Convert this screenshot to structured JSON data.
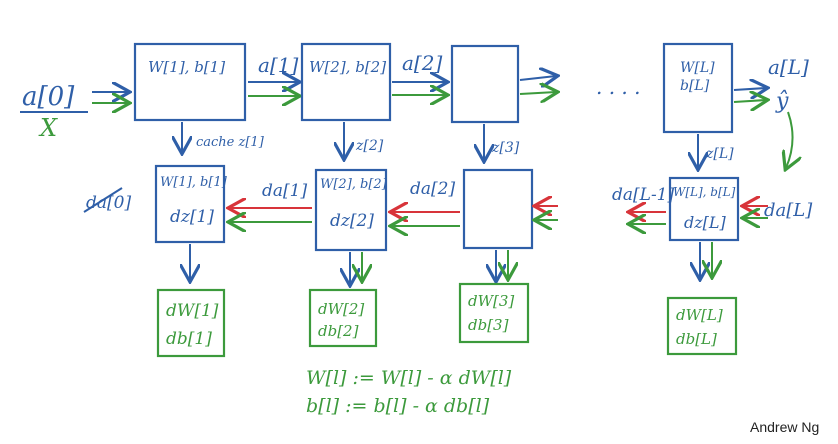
{
  "colors": {
    "blue": "#2f5fa8",
    "green": "#3c9a3c",
    "red": "#d8343a"
  },
  "input": {
    "a0": "a[0]",
    "x": "X"
  },
  "forward": {
    "box1": "W[1], b[1]",
    "box2": "W[2], b[2]",
    "boxL": "W[L]\nb[L]",
    "a1": "a[1]",
    "a2": "a[2]",
    "aL": "a[L]",
    "yhat": "ŷ",
    "ellipsis": ". . . .",
    "cache1": "cache z[1]",
    "z2": "z[2]",
    "z3": "z[3]",
    "zL": "z[L]"
  },
  "backward": {
    "da0": "da[0]",
    "box1": "W[1], b[1]",
    "box1dz": "dz[1]",
    "box2": "W[2], b[2]",
    "box2dz": "dz[2]",
    "boxL": "W[L], b[L]",
    "boxLdz": "dz[L]",
    "da1": "da[1]",
    "da2": "da[2]",
    "daLm1": "da[L-1]",
    "daL": "da[L]"
  },
  "grads": {
    "g1": {
      "dw": "dW[1]",
      "db": "db[1]"
    },
    "g2": {
      "dw": "dW[2]",
      "db": "db[2]"
    },
    "g3": {
      "dw": "dW[3]",
      "db": "db[3]"
    },
    "gL": {
      "dw": "dW[L]",
      "db": "db[L]"
    }
  },
  "update": {
    "w": "W[l] := W[l] - α dW[l]",
    "b": "b[l] := b[l] - α db[l]"
  },
  "credit": "Andrew Ng"
}
